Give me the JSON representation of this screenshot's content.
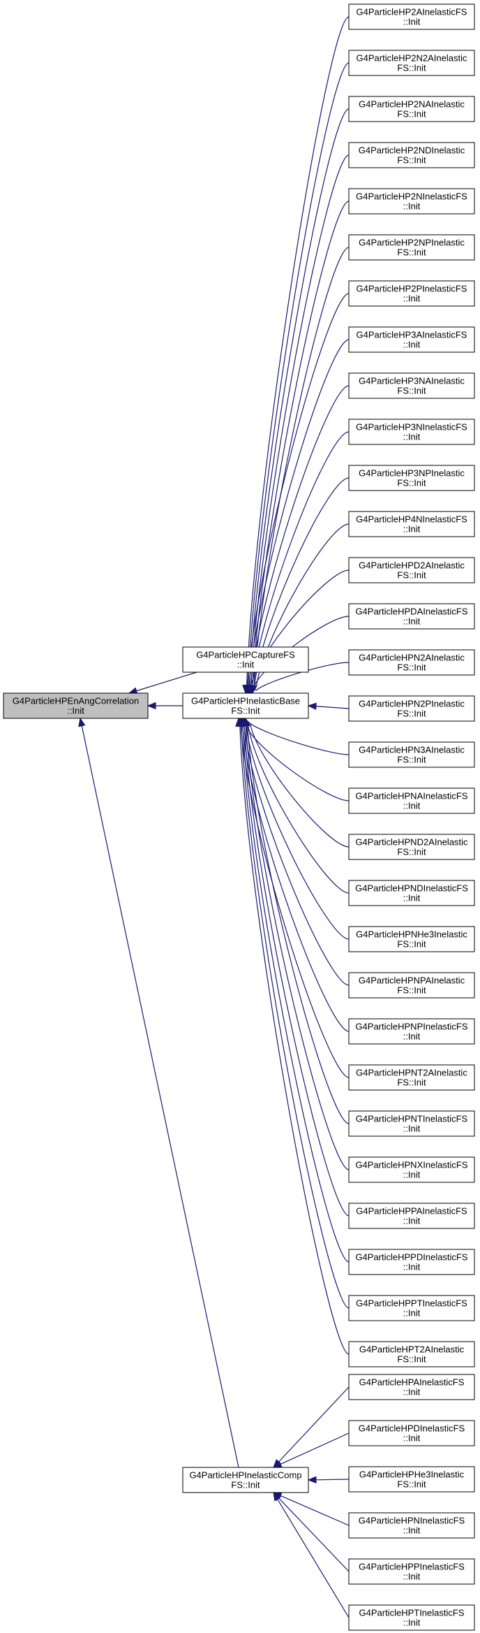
{
  "title": "",
  "colors": {
    "edge": "#191970",
    "root_fill": "#bfbfbf",
    "node_fill": "#ffffff",
    "border": "#000000"
  },
  "nodes": {
    "root": {
      "lines": [
        "G4ParticleHPEnAngCorrelation",
        "::Init"
      ],
      "highlighted": true
    },
    "capture": {
      "lines": [
        "G4ParticleHPCaptureFS",
        "::Init"
      ]
    },
    "base": {
      "lines": [
        "G4ParticleHPInelasticBase",
        "FS::Init"
      ]
    },
    "comp": {
      "lines": [
        "G4ParticleHPInelasticComp",
        "FS::Init"
      ]
    },
    "base_children": [
      {
        "lines": [
          "G4ParticleHP2AInelasticFS",
          "::Init"
        ]
      },
      {
        "lines": [
          "G4ParticleHP2N2AInelastic",
          "FS::Init"
        ]
      },
      {
        "lines": [
          "G4ParticleHP2NAInelastic",
          "FS::Init"
        ]
      },
      {
        "lines": [
          "G4ParticleHP2NDInelastic",
          "FS::Init"
        ]
      },
      {
        "lines": [
          "G4ParticleHP2NInelasticFS",
          "::Init"
        ]
      },
      {
        "lines": [
          "G4ParticleHP2NPInelastic",
          "FS::Init"
        ]
      },
      {
        "lines": [
          "G4ParticleHP2PInelasticFS",
          "::Init"
        ]
      },
      {
        "lines": [
          "G4ParticleHP3AInelasticFS",
          "::Init"
        ]
      },
      {
        "lines": [
          "G4ParticleHP3NAInelastic",
          "FS::Init"
        ]
      },
      {
        "lines": [
          "G4ParticleHP3NInelasticFS",
          "::Init"
        ]
      },
      {
        "lines": [
          "G4ParticleHP3NPInelastic",
          "FS::Init"
        ]
      },
      {
        "lines": [
          "G4ParticleHP4NInelasticFS",
          "::Init"
        ]
      },
      {
        "lines": [
          "G4ParticleHPD2AInelastic",
          "FS::Init"
        ]
      },
      {
        "lines": [
          "G4ParticleHPDAInelasticFS",
          "::Init"
        ]
      },
      {
        "lines": [
          "G4ParticleHPN2AInelastic",
          "FS::Init"
        ]
      },
      {
        "lines": [
          "G4ParticleHPN2PInelastic",
          "FS::Init"
        ]
      },
      {
        "lines": [
          "G4ParticleHPN3AInelastic",
          "FS::Init"
        ]
      },
      {
        "lines": [
          "G4ParticleHPNAInelasticFS",
          "::Init"
        ]
      },
      {
        "lines": [
          "G4ParticleHPND2AInelastic",
          "FS::Init"
        ]
      },
      {
        "lines": [
          "G4ParticleHPNDInelasticFS",
          "::Init"
        ]
      },
      {
        "lines": [
          "G4ParticleHPNHe3Inelastic",
          "FS::Init"
        ]
      },
      {
        "lines": [
          "G4ParticleHPNPAInelastic",
          "FS::Init"
        ]
      },
      {
        "lines": [
          "G4ParticleHPNPInelasticFS",
          "::Init"
        ]
      },
      {
        "lines": [
          "G4ParticleHPNT2AInelastic",
          "FS::Init"
        ]
      },
      {
        "lines": [
          "G4ParticleHPNTInelasticFS",
          "::Init"
        ]
      },
      {
        "lines": [
          "G4ParticleHPNXInelasticFS",
          "::Init"
        ]
      },
      {
        "lines": [
          "G4ParticleHPPAInelasticFS",
          "::Init"
        ]
      },
      {
        "lines": [
          "G4ParticleHPPDInelasticFS",
          "::Init"
        ]
      },
      {
        "lines": [
          "G4ParticleHPPTInelasticFS",
          "::Init"
        ]
      },
      {
        "lines": [
          "G4ParticleHPT2AInelastic",
          "FS::Init"
        ]
      }
    ],
    "comp_children": [
      {
        "lines": [
          "G4ParticleHPAInelasticFS",
          "::Init"
        ]
      },
      {
        "lines": [
          "G4ParticleHPDInelasticFS",
          "::Init"
        ]
      },
      {
        "lines": [
          "G4ParticleHPHe3Inelastic",
          "FS::Init"
        ]
      },
      {
        "lines": [
          "G4ParticleHPNInelasticFS",
          "::Init"
        ]
      },
      {
        "lines": [
          "G4ParticleHPPInelasticFS",
          "::Init"
        ]
      },
      {
        "lines": [
          "G4ParticleHPTInelasticFS",
          "::Init"
        ]
      }
    ]
  }
}
